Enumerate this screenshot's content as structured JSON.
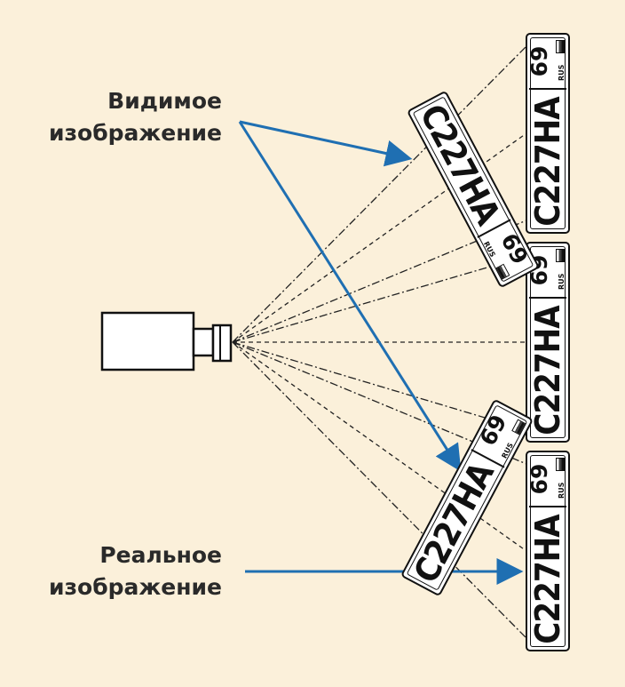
{
  "labels": {
    "visible_line1": "Видимое",
    "visible_line2": "изображение",
    "real_line1": "Реальное",
    "real_line2": "изображение"
  },
  "plate": {
    "number": "С227НА",
    "region": "69",
    "country": "RUS"
  },
  "colors": {
    "background": "#FBF0DA",
    "arrow": "#1F6FB2",
    "line": "#222222"
  }
}
